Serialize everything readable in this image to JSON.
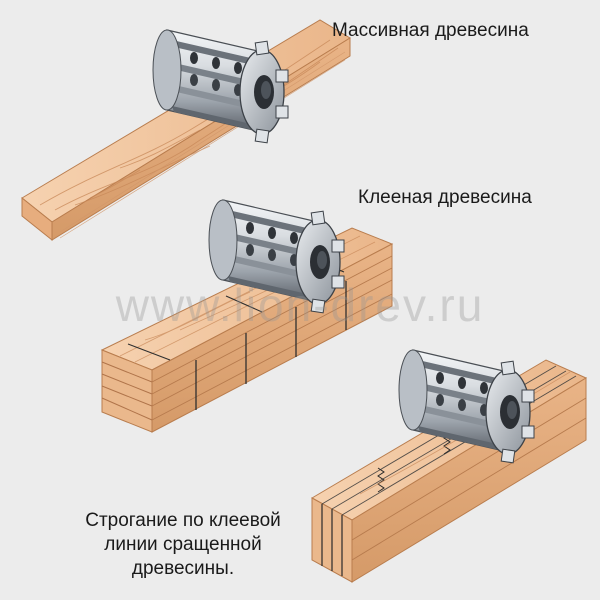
{
  "labels": {
    "solid": "Массивная древесина",
    "glued": "Клееная древесина",
    "finger_joint": "Строгание по клеевой линии сращенной древесины."
  },
  "watermark": "www.lion-drev.ru",
  "colors": {
    "background": "#ececec",
    "wood_light": "#f3c9a3",
    "wood_mid": "#e7ae80",
    "wood_dark": "#c98c5c",
    "grain": "#b9794a",
    "steel_light": "#f4f6f8",
    "steel_mid": "#b9bfc6",
    "steel_dark": "#5a6068",
    "text": "#1a1a1a"
  }
}
